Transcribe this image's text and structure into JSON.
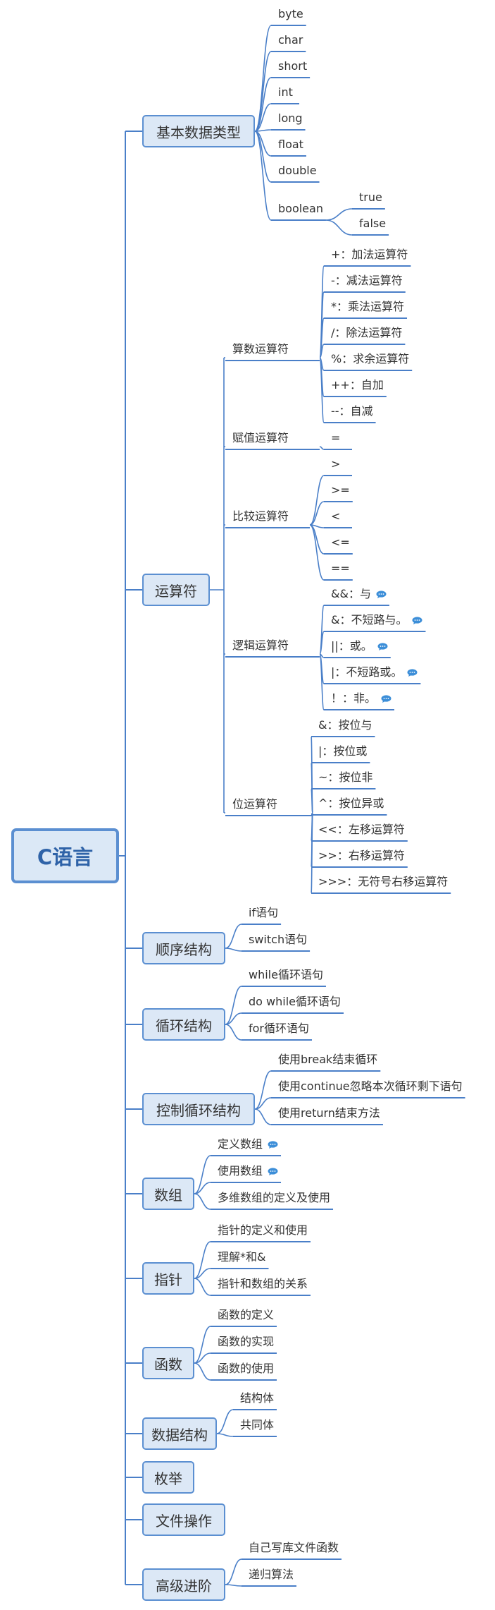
{
  "root": "C语言",
  "branches": [
    {
      "label": "基本数据类型",
      "children": [
        {
          "label": "byte"
        },
        {
          "label": "char"
        },
        {
          "label": "short"
        },
        {
          "label": "int"
        },
        {
          "label": "long"
        },
        {
          "label": "float"
        },
        {
          "label": "double"
        },
        {
          "label": "boolean",
          "children": [
            {
              "label": "true"
            },
            {
              "label": "false"
            }
          ]
        }
      ]
    },
    {
      "label": "运算符",
      "children": [
        {
          "label": "算数运算符",
          "children": [
            {
              "label": "+：加法运算符"
            },
            {
              "label": "-：减法运算符"
            },
            {
              "label": "*：乘法运算符"
            },
            {
              "label": "/：除法运算符"
            },
            {
              "label": "%：求余运算符"
            },
            {
              "label": "++：自加"
            },
            {
              "label": "--：自减"
            }
          ]
        },
        {
          "label": "赋值运算符",
          "children": [
            {
              "label": "="
            }
          ]
        },
        {
          "label": "比较运算符",
          "children": [
            {
              "label": ">"
            },
            {
              "label": ">="
            },
            {
              "label": "<"
            },
            {
              "label": "<="
            },
            {
              "label": "=="
            }
          ]
        },
        {
          "label": "逻辑运算符",
          "children": [
            {
              "label": "&&：与",
              "comment": true
            },
            {
              "label": "&：不短路与。",
              "comment": true
            },
            {
              "label": "||：或。",
              "comment": true
            },
            {
              "label": "|：不短路或。",
              "comment": true
            },
            {
              "label": "！：非。",
              "comment": true
            }
          ]
        },
        {
          "label": "位运算符",
          "children": [
            {
              "label": "&：按位与"
            },
            {
              "label": "|：按位或"
            },
            {
              "label": "~：按位非"
            },
            {
              "label": "^：按位异或"
            },
            {
              "label": "<<：左移运算符"
            },
            {
              "label": ">>：右移运算符"
            },
            {
              "label": ">>>：无符号右移运算符"
            }
          ]
        }
      ]
    },
    {
      "label": "顺序结构",
      "children": [
        {
          "label": "if语句"
        },
        {
          "label": "switch语句"
        }
      ]
    },
    {
      "label": "循环结构",
      "children": [
        {
          "label": "while循环语句"
        },
        {
          "label": "do while循环语句"
        },
        {
          "label": "for循环语句"
        }
      ]
    },
    {
      "label": "控制循环结构",
      "children": [
        {
          "label": "使用break结束循环"
        },
        {
          "label": "使用continue忽略本次循环剩下语句"
        },
        {
          "label": "使用return结束方法"
        }
      ]
    },
    {
      "label": "数组",
      "children": [
        {
          "label": "定义数组",
          "comment": true
        },
        {
          "label": "使用数组",
          "comment": true
        },
        {
          "label": "多维数组的定义及使用"
        }
      ]
    },
    {
      "label": "指针",
      "children": [
        {
          "label": "指针的定义和使用"
        },
        {
          "label": "理解*和&"
        },
        {
          "label": "指针和数组的关系"
        }
      ]
    },
    {
      "label": "函数",
      "children": [
        {
          "label": "函数的定义"
        },
        {
          "label": "函数的实现"
        },
        {
          "label": "函数的使用"
        }
      ]
    },
    {
      "label": "数据结构",
      "children": [
        {
          "label": "结构体"
        },
        {
          "label": "共同体"
        }
      ]
    },
    {
      "label": "枚举",
      "children": []
    },
    {
      "label": "文件操作",
      "children": []
    },
    {
      "label": "高级进阶",
      "children": [
        {
          "label": "自己写库文件函数"
        },
        {
          "label": "递归算法"
        }
      ]
    }
  ],
  "colors": {
    "line": "#4a7fc8",
    "node_fill": "#dce8f6",
    "node_border": "#5b8fd1",
    "root_text": "#2f63a8",
    "text": "#333333"
  }
}
